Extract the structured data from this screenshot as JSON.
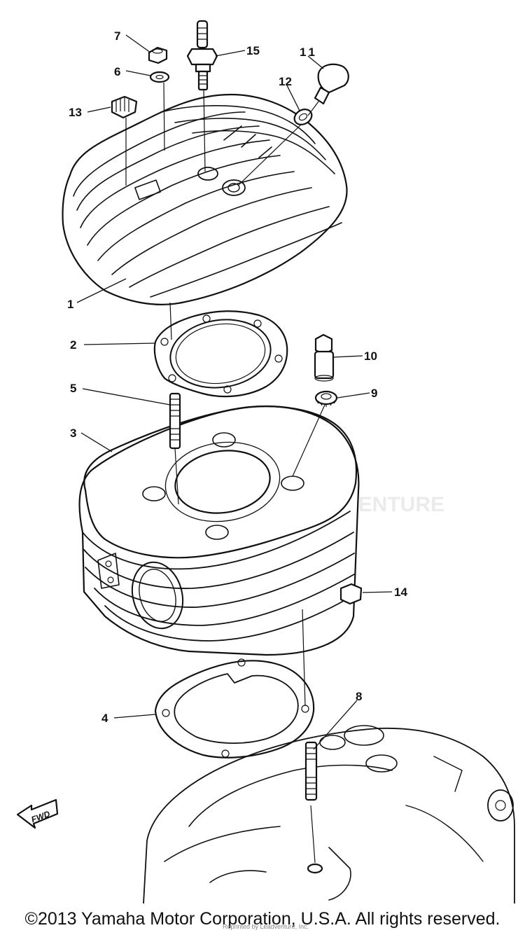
{
  "parts": [
    {
      "num": "1"
    },
    {
      "num": "2"
    },
    {
      "num": "3"
    },
    {
      "num": "4"
    },
    {
      "num": "5"
    },
    {
      "num": "6"
    },
    {
      "num": "7"
    },
    {
      "num": "8"
    },
    {
      "num": "9"
    },
    {
      "num": "10"
    },
    {
      "num": "11"
    },
    {
      "num": "12"
    },
    {
      "num": "13"
    },
    {
      "num": "14"
    },
    {
      "num": "15"
    }
  ],
  "fwd_label": "FWD",
  "watermark_brand": "LEADVENTURE",
  "footer": {
    "copyright": "©2013 Yamaha Motor Corporation, U.S.A. All rights reserved.",
    "reprint": "Reprinted by Leadventure, Inc."
  }
}
